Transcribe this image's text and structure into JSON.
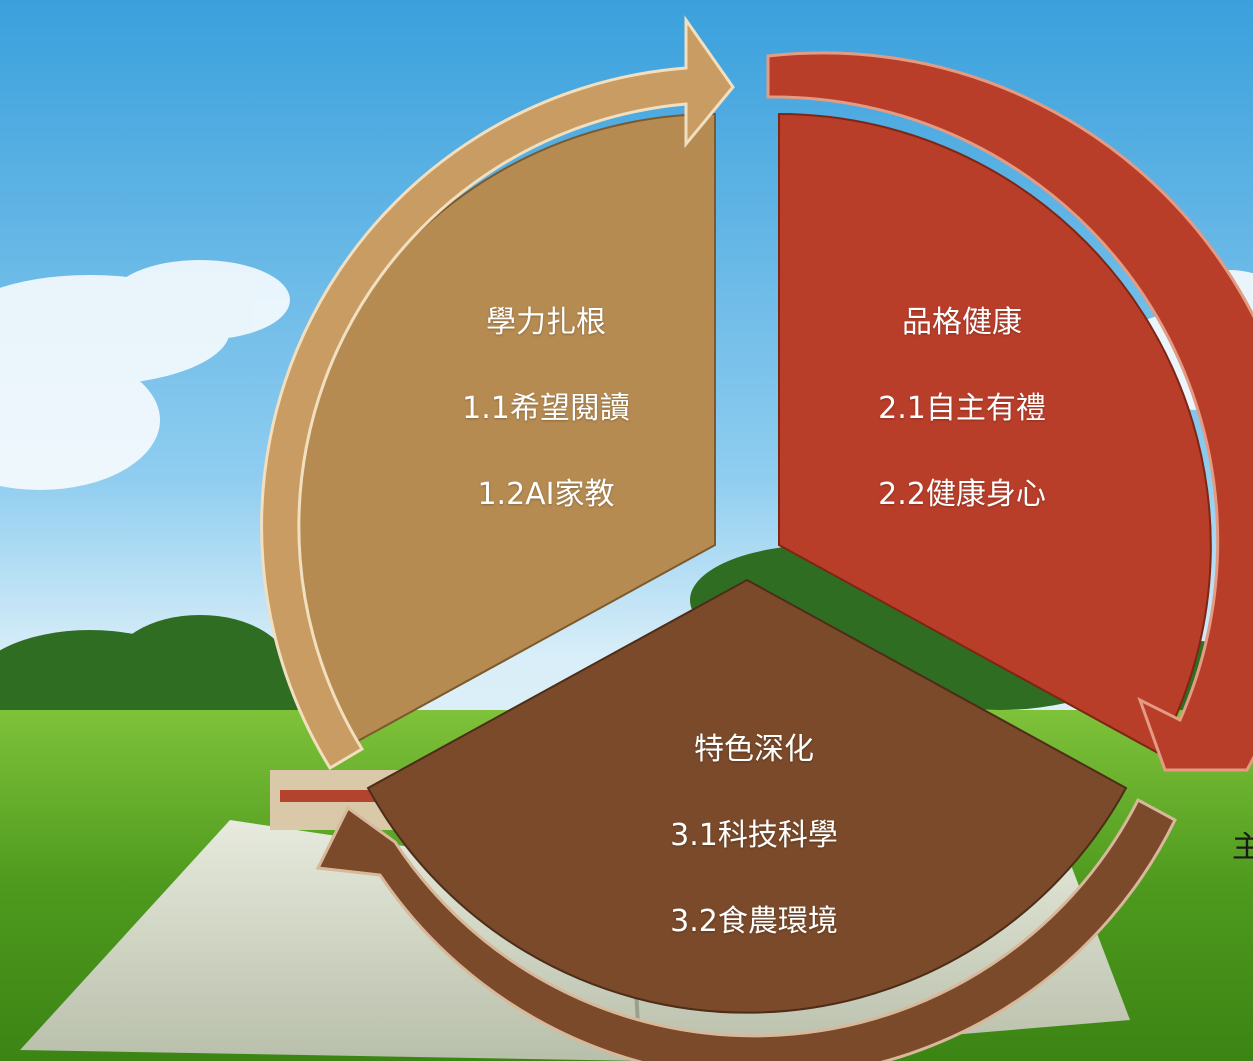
{
  "segments": [
    {
      "id": "academic",
      "title": "學力扎根",
      "items": [
        "1.1希望閱讀",
        "1.2AI家教"
      ],
      "color": "#b58b52"
    },
    {
      "id": "character",
      "title": "品格健康",
      "items": [
        "2.1自主有禮",
        "2.2健康身心"
      ],
      "color": "#b83e2a"
    },
    {
      "id": "feature",
      "title": "特色深化",
      "items": [
        "3.1科技科學",
        "3.2食農環境"
      ],
      "color": "#7a4a2a"
    }
  ],
  "side_text": "主"
}
